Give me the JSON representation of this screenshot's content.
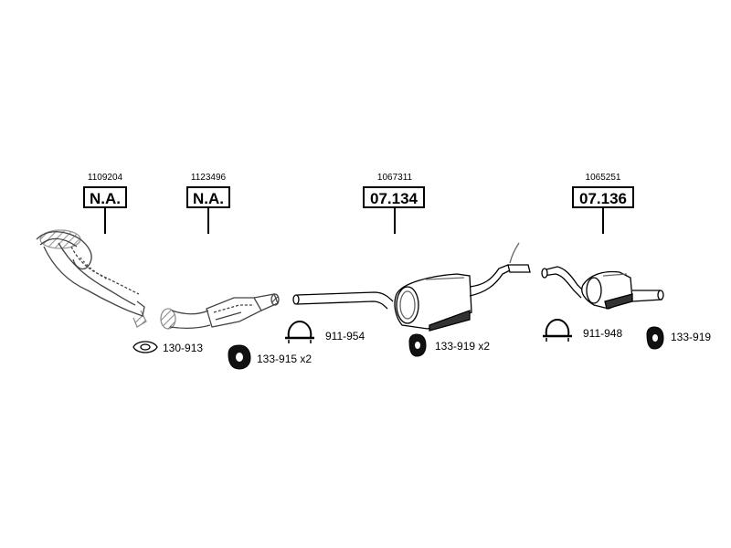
{
  "colors": {
    "line": "#000000",
    "fill": "#ffffff",
    "shade": "#555555"
  },
  "assemblies": [
    {
      "ref": "1109204",
      "code": "N.A."
    },
    {
      "ref": "1123496",
      "code": "N.A."
    },
    {
      "ref": "1067311",
      "code": "07.134"
    },
    {
      "ref": "1065251",
      "code": "07.136"
    }
  ],
  "parts": [
    {
      "label": "130-913",
      "icon": "gasket-icon"
    },
    {
      "label": "133-915 x2",
      "icon": "rubber-mount-icon"
    },
    {
      "label": "911-954",
      "icon": "clamp-icon"
    },
    {
      "label": "133-919 x2",
      "icon": "rubber-mount-icon"
    },
    {
      "label": "911-948",
      "icon": "clamp-icon"
    },
    {
      "label": "133-919",
      "icon": "rubber-mount-icon"
    }
  ]
}
